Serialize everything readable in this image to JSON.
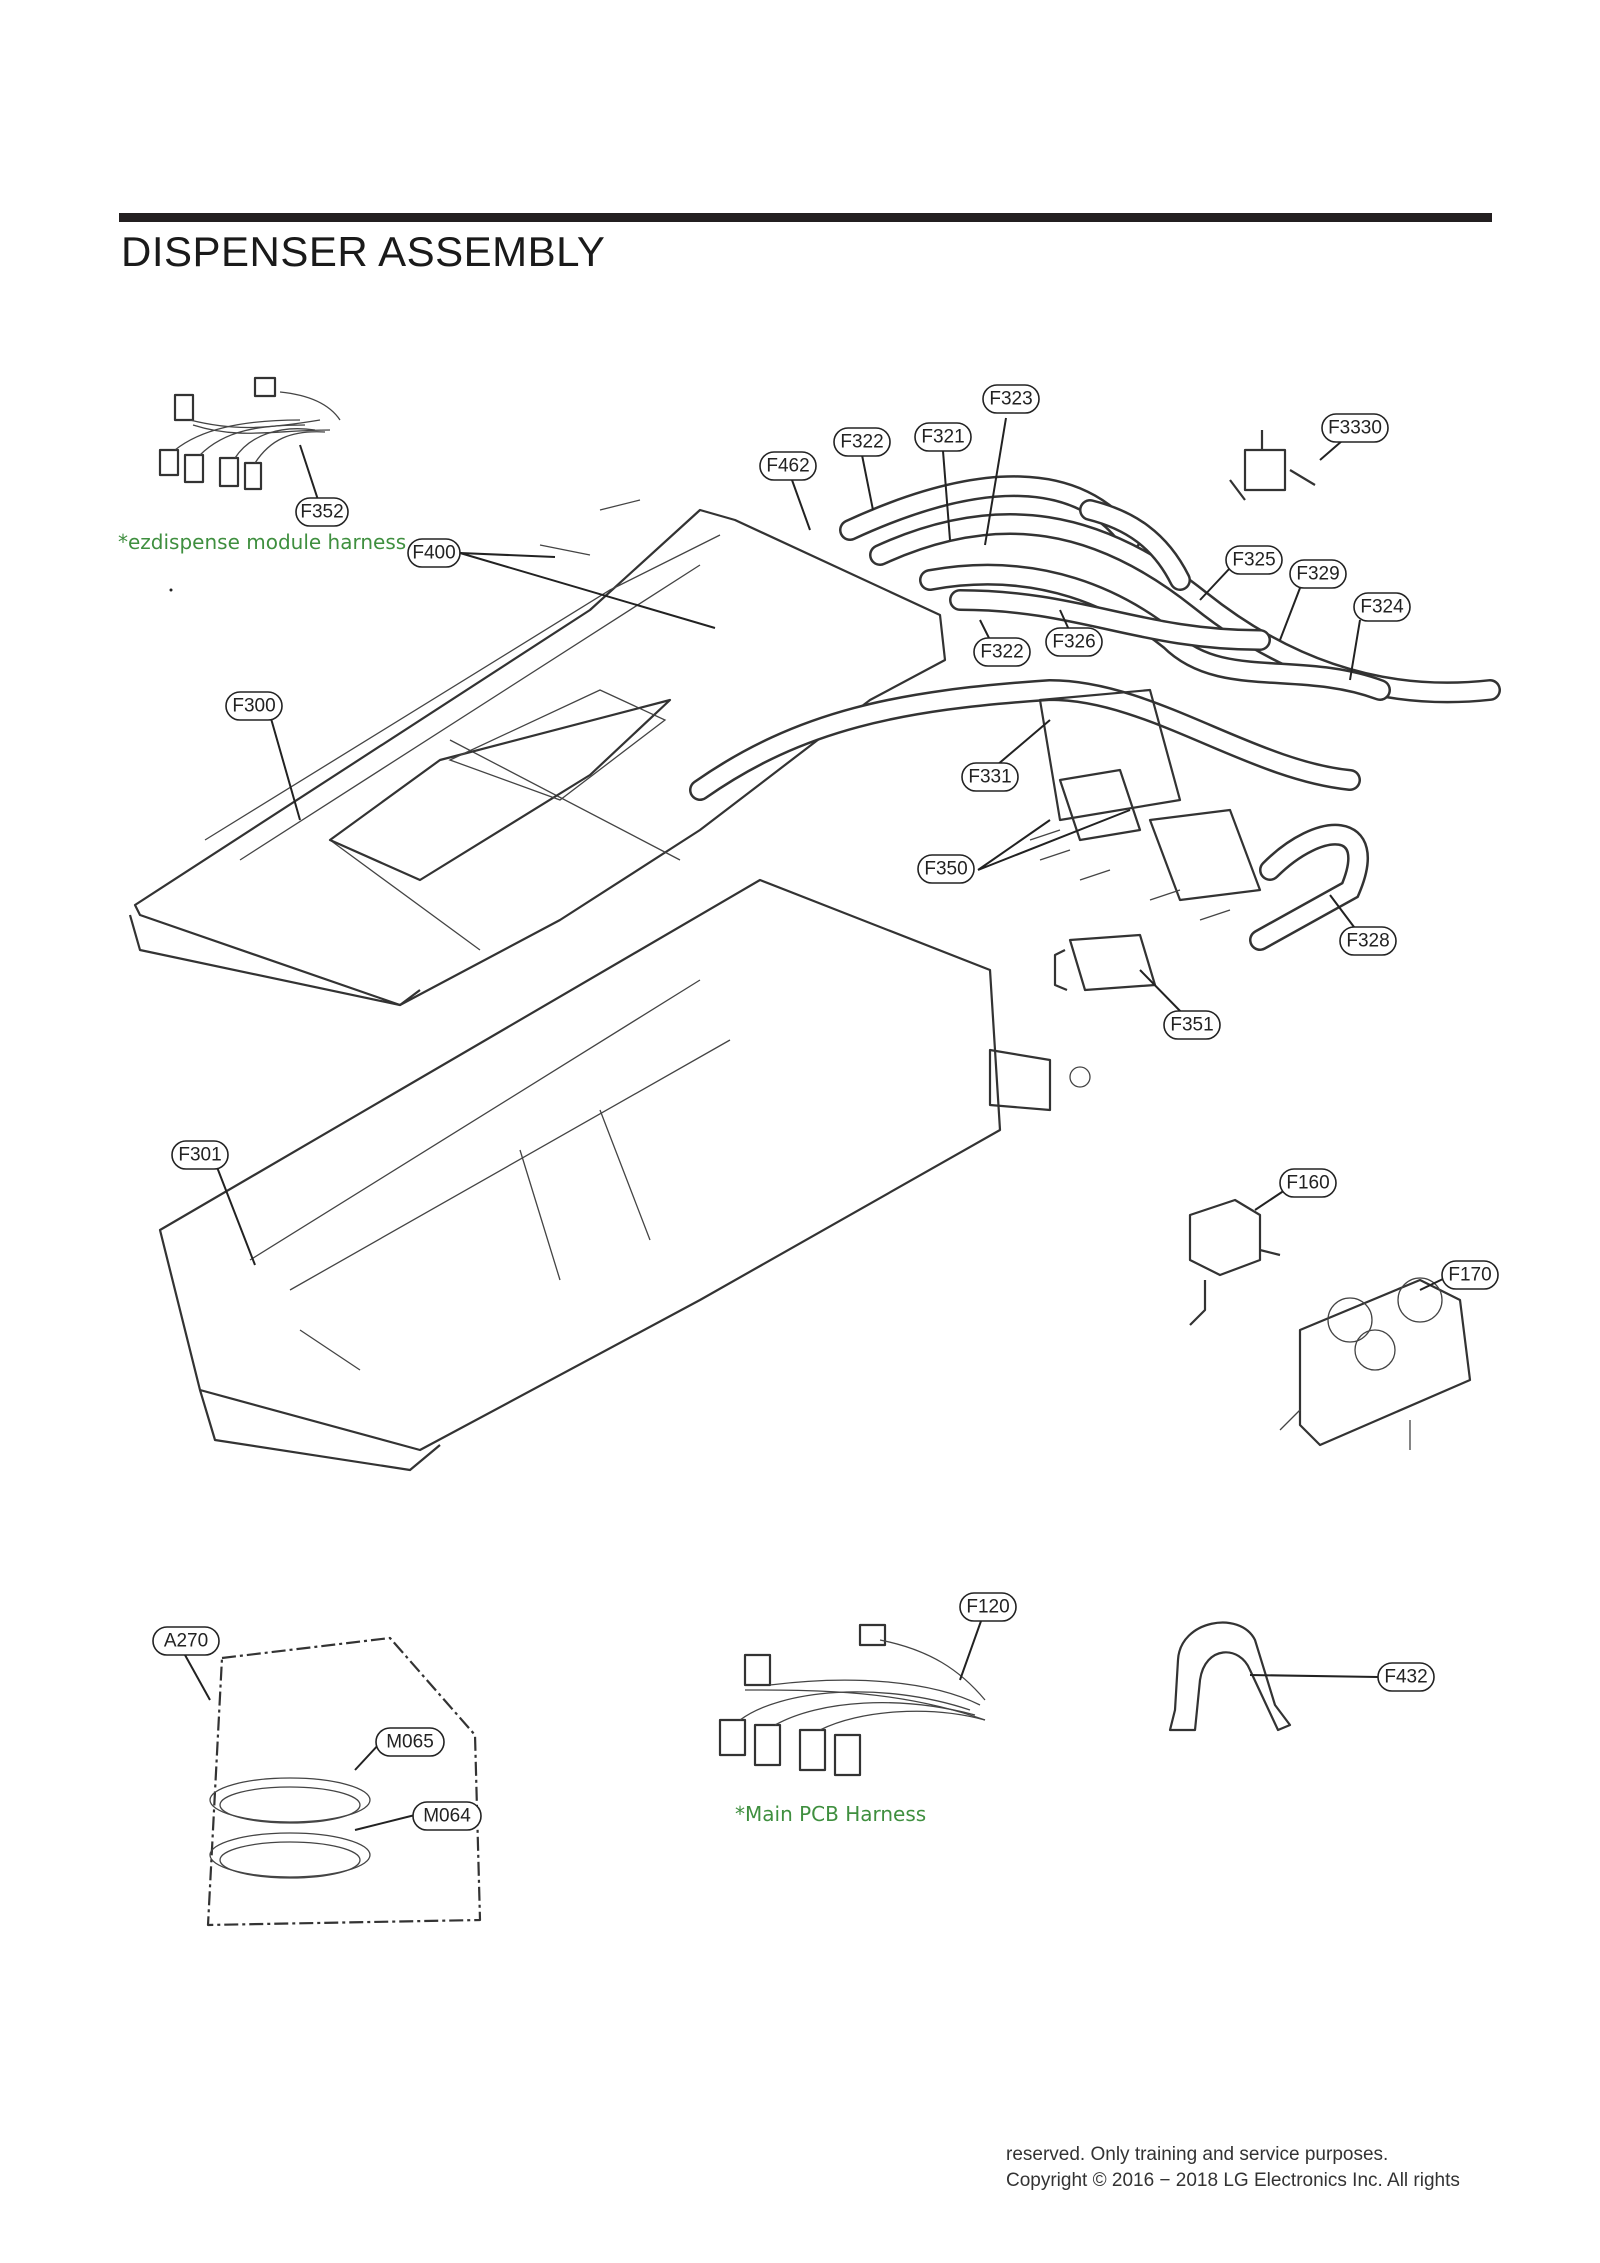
{
  "page": {
    "title": "DISPENSER ASSEMBLY",
    "copyright_line1": "reserved. Only training and service purposes.",
    "copyright_line2": "Copyright © 2016 − 2018 LG Electronics Inc. All rights"
  },
  "notes": {
    "ezdispense": "*ezdispense module harness",
    "main_pcb": "*Main PCB Harness"
  },
  "callouts": {
    "F352": "F352",
    "F400": "F400",
    "F462": "F462",
    "F322a": "F322",
    "F321": "F321",
    "F323": "F323",
    "F3330": "F3330",
    "F325": "F325",
    "F329": "F329",
    "F324": "F324",
    "F322b": "F322",
    "F326": "F326",
    "F300": "F300",
    "F331": "F331",
    "F350": "F350",
    "F328": "F328",
    "F351": "F351",
    "F301": "F301",
    "F160": "F160",
    "F170": "F170",
    "A270": "A270",
    "M065": "M065",
    "M064": "M064",
    "F120": "F120",
    "F432": "F432"
  },
  "colors": {
    "note_green": "#3f8f3f",
    "line": "#222222"
  }
}
